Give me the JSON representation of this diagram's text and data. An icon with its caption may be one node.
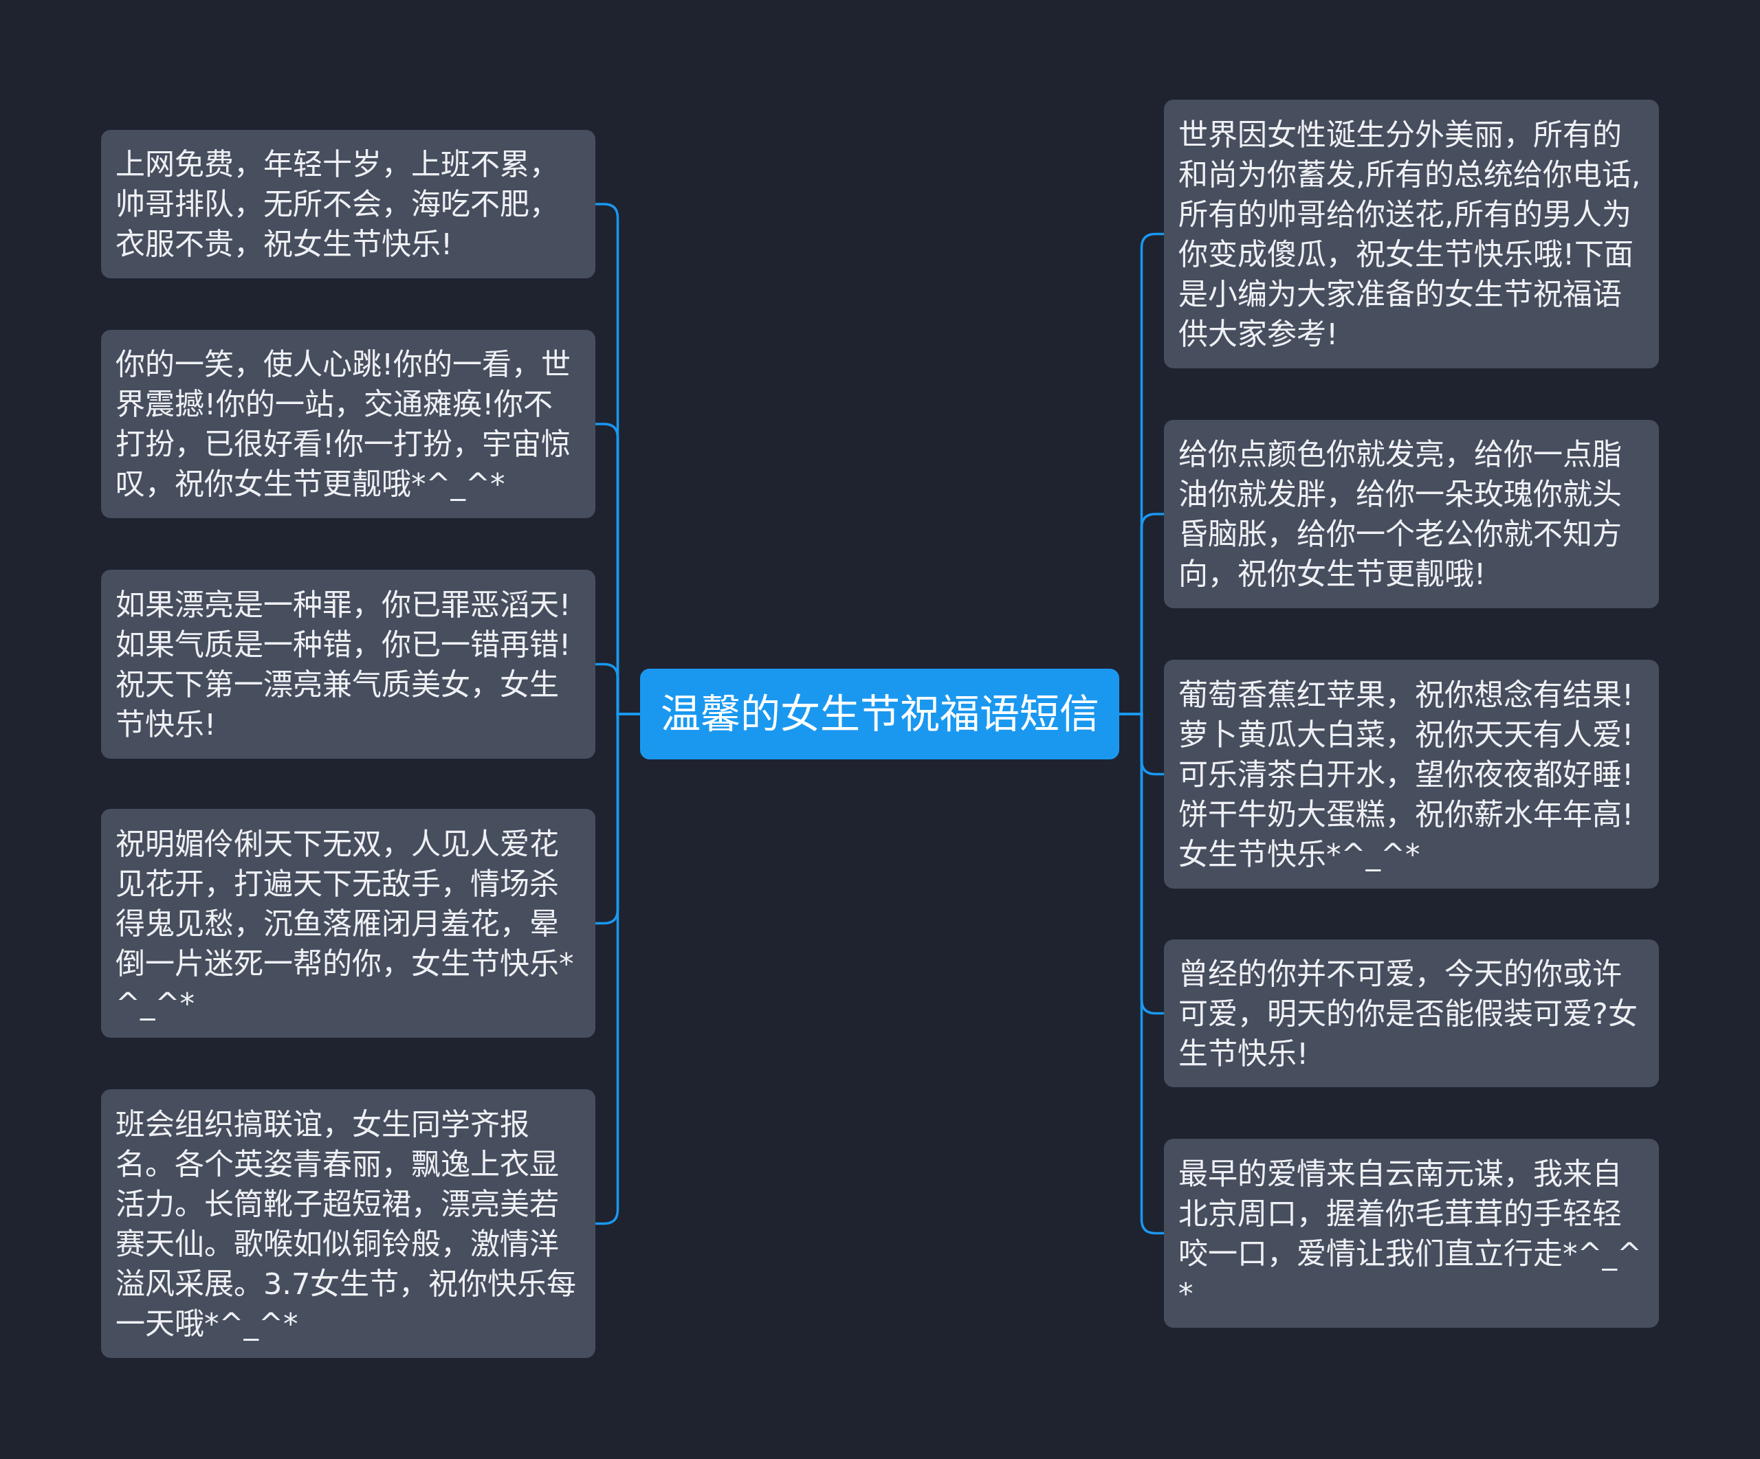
{
  "diagram": {
    "nodes": [
      {
        "text": [
          "温馨的女生节祝福语短信"
        ]
      },
      {
        "text": [
          "上网免费，年轻十岁，上班不累，帅哥排队，无所不会，海吃不肥，衣服不贵，祝女生节快乐!"
        ]
      },
      {
        "text": [
          "你的一笑，使人心跳!你的一看，世界震撼!你的一站，交通瘫痪!你不打扮，已很好看!你一打扮，宇宙惊叹，祝你女生节更靓哦*^_^*"
        ]
      },
      {
        "text": [
          "如果漂亮是一种罪，你已罪恶滔天!如果气质是一种错，你已一错再错!祝天下第一漂亮兼气质美女，女生节快乐!"
        ]
      },
      {
        "text": [
          "祝明媚伶俐天下无双，人见人爱花见花开，打遍天下无敌手，情场杀得鬼见愁，沉鱼落雁闭月羞花，晕倒一片迷死一帮的你，女生节快乐*^_^*"
        ]
      },
      {
        "text": [
          "班会组织搞联谊，女生同学齐报名。各个英姿青春丽，飘逸上衣显活力。长筒靴子超短裙，漂亮美若赛天仙。歌喉如似铜铃般，激情洋溢风采展。3.7女生节，祝你快乐每一天哦*^_^*"
        ]
      },
      {
        "text": [
          "世界因女性诞生分外美丽，所有的和尚为你蓄发,所有的总统给你电话,所有的帅哥给你送花,所有的男人为你变成傻瓜，祝女生节快乐哦!下面是小编为大家准备的女生节祝福语供大家参考!"
        ]
      },
      {
        "text": [
          "给你点颜色你就发亮，给你一点脂油你就发胖，给你一朵玫瑰你就头昏脑胀，给你一个老公你就不知方向，祝你女生节更靓哦!"
        ]
      },
      {
        "text": [
          "葡萄香蕉红苹果，祝你想念有结果!萝卜黄瓜大白菜，祝你天天有人爱!可乐清茶白开水，望你夜夜都好睡!饼干牛奶大蛋糕，祝你薪水年年高!女生节快乐*^_^*"
        ]
      },
      {
        "text": [
          "曾经的你并不可爱，今天的你或许可爱，明天的你是否能假装可爱?女生节快乐!"
        ]
      },
      {
        "text": [
          "最早的爱情来自云南元谋，我来自北京周口，握着你毛茸茸的手轻轻咬一口，爱情让我们直立行走*^_^*"
        ]
      }
    ],
    "edges": [
      {
        "from": 0,
        "to": 1,
        "arrow": "none"
      },
      {
        "from": 0,
        "to": 2,
        "arrow": "none"
      },
      {
        "from": 0,
        "to": 3,
        "arrow": "none"
      },
      {
        "from": 0,
        "to": 4,
        "arrow": "none"
      },
      {
        "from": 0,
        "to": 5,
        "arrow": "none"
      },
      {
        "from": 0,
        "to": 6,
        "arrow": "none"
      },
      {
        "from": 0,
        "to": 7,
        "arrow": "none"
      },
      {
        "from": 0,
        "to": 8,
        "arrow": "none"
      },
      {
        "from": 0,
        "to": 9,
        "arrow": "none"
      },
      {
        "from": 0,
        "to": 10,
        "arrow": "none"
      }
    ]
  }
}
